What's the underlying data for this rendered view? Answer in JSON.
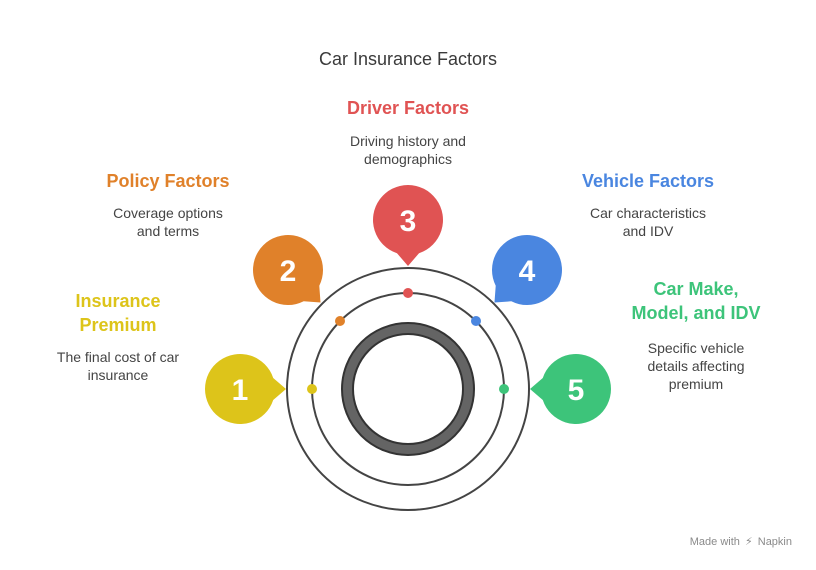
{
  "title": "Car Insurance Factors",
  "items": [
    {
      "number": "1",
      "label": "Insurance Premium",
      "label_lines": [
        "Insurance",
        "Premium"
      ],
      "desc_lines": [
        "The final cost of car",
        "insurance"
      ],
      "color": "#DDC41A"
    },
    {
      "number": "2",
      "label": "Policy Factors",
      "label_lines": [
        "Policy Factors"
      ],
      "desc_lines": [
        "Coverage options",
        "and terms"
      ],
      "color": "#E0812A"
    },
    {
      "number": "3",
      "label": "Driver Factors",
      "label_lines": [
        "Driver Factors"
      ],
      "desc_lines": [
        "Driving history and",
        "demographics"
      ],
      "color": "#E05353"
    },
    {
      "number": "4",
      "label": "Vehicle Factors",
      "label_lines": [
        "Vehicle Factors"
      ],
      "desc_lines": [
        "Car characteristics",
        "and IDV"
      ],
      "color": "#4A86E0"
    },
    {
      "number": "5",
      "label": "Car Make, Model, and IDV",
      "label_lines": [
        "Car Make,",
        "Model, and IDV"
      ],
      "desc_lines": [
        "Specific vehicle",
        "details affecting",
        "premium"
      ],
      "color": "#3DC47A"
    }
  ],
  "watermark": {
    "prefix": "Made with",
    "brand": "Napkin"
  }
}
